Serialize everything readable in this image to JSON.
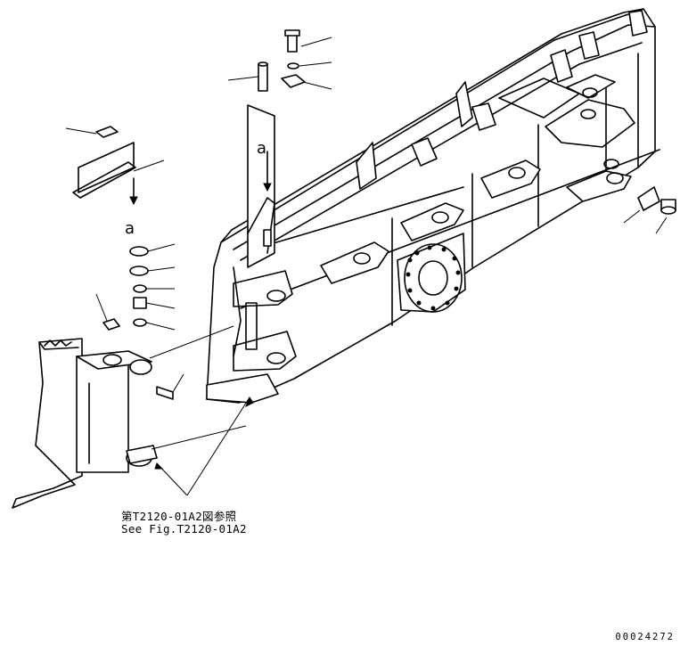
{
  "reference": {
    "line_jp": "第T2120-01A2図参照",
    "line_en": "See Fig.T2120-01A2"
  },
  "detail_marks": [
    "a",
    "a"
  ],
  "drawing_code": "00024272",
  "colors": {
    "line": "#000000",
    "background": "#ffffff"
  }
}
